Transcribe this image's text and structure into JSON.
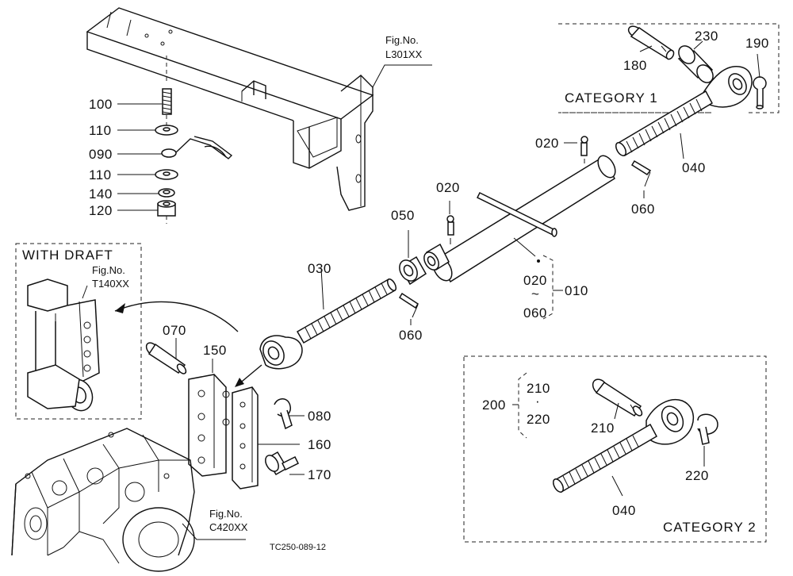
{
  "fig_refs": {
    "l301": {
      "line1": "Fig.No.",
      "line2": "L301XX"
    },
    "t140": {
      "line1": "Fig.No.",
      "line2": "T140XX"
    },
    "c420": {
      "line1": "Fig.No.",
      "line2": "C420XX"
    }
  },
  "boxes": {
    "with_draft": "WITH DRAFT",
    "category1": "CATEGORY  1",
    "category2": "CATEGORY  2"
  },
  "part_numbers": {
    "p100": "100",
    "p110a": "110",
    "p090": "090",
    "p110b": "110",
    "p140": "140",
    "p120": "120",
    "p180": "180",
    "p230": "230",
    "p190": "190",
    "p020a": "020",
    "p020b": "020",
    "p040a": "040",
    "p060a": "060",
    "p050": "050",
    "p030": "030",
    "p060b": "060",
    "p020c": "020",
    "tilde": "~",
    "p060c": "060",
    "p010": "010",
    "p070": "070",
    "p150": "150",
    "p080": "080",
    "p160": "160",
    "p170": "170",
    "p200": "200",
    "p210a": "210",
    "dot": "·",
    "p220a": "220",
    "p210b": "210",
    "p220b": "220",
    "p040b": "040"
  },
  "drawing_code": "TC250-089-12"
}
